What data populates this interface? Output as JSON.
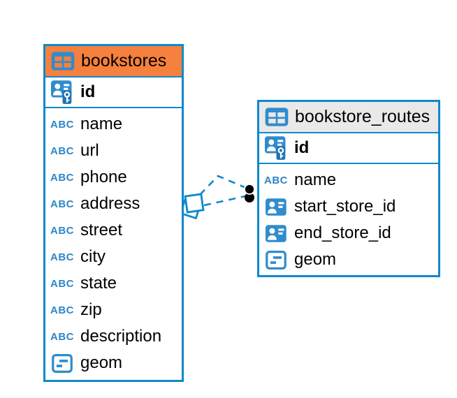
{
  "diagram": {
    "colors": {
      "table_border": "#1088cb",
      "header_orange": "#f6803d",
      "header_gray": "#e9e9e9",
      "icon_blue": "#2f8ccd",
      "relationship_line": "#1088cb",
      "endpoint_dot": "#000000"
    },
    "tables": [
      {
        "name": "bookstores",
        "header_color": "#f6803d",
        "icon": "table-icon",
        "columns": [
          {
            "name": "id",
            "icon": "primary-key-icon"
          },
          {
            "name": "name",
            "icon": "text-icon"
          },
          {
            "name": "url",
            "icon": "text-icon"
          },
          {
            "name": "phone",
            "icon": "text-icon"
          },
          {
            "name": "address",
            "icon": "text-icon"
          },
          {
            "name": "street",
            "icon": "text-icon"
          },
          {
            "name": "city",
            "icon": "text-icon"
          },
          {
            "name": "state",
            "icon": "text-icon"
          },
          {
            "name": "zip",
            "icon": "text-icon"
          },
          {
            "name": "description",
            "icon": "text-icon"
          },
          {
            "name": "geom",
            "icon": "geometry-icon"
          }
        ]
      },
      {
        "name": "bookstore_routes",
        "header_color": "#e9e9e9",
        "icon": "table-icon",
        "columns": [
          {
            "name": "id",
            "icon": "primary-key-icon"
          },
          {
            "name": "name",
            "icon": "text-icon"
          },
          {
            "name": "start_store_id",
            "icon": "foreign-key-icon"
          },
          {
            "name": "end_store_id",
            "icon": "foreign-key-icon"
          },
          {
            "name": "geom",
            "icon": "geometry-icon"
          }
        ]
      }
    ],
    "relationships": {
      "parent_table": "bookstores",
      "child_table": "bookstore_routes",
      "connector_count": 2,
      "line_style": "dashed",
      "parent_end_marker": "open-diamond",
      "child_end_marker": "filled-dot"
    }
  }
}
